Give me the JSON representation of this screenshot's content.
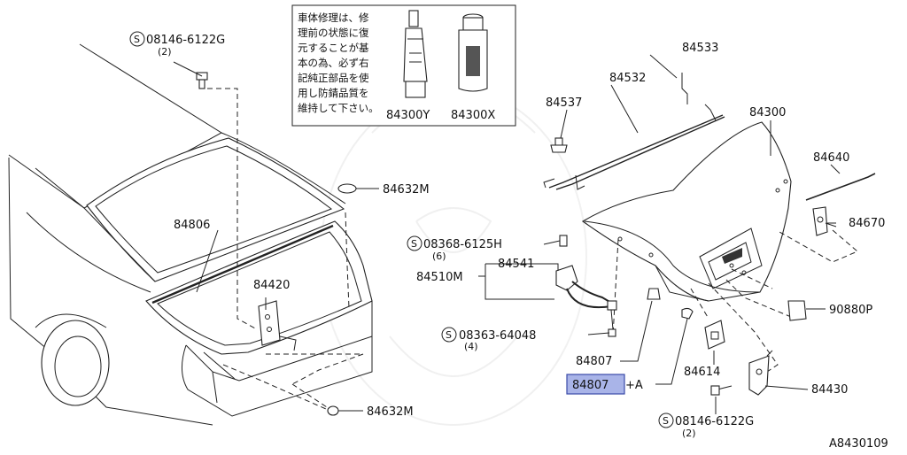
{
  "diagram_id": "A8430109",
  "note_text": [
    "車体修理は、修",
    "理前の状態に復",
    "元することが基",
    "本の為、必ず右",
    "記純正部品を使",
    "用し防錆品質を",
    "維持して下さい。"
  ],
  "parts": [
    {
      "id": "p-08146-top",
      "number": "08146-6122G",
      "qty": "(2)",
      "screw": "S"
    },
    {
      "id": "p-84300y",
      "number": "84300Y"
    },
    {
      "id": "p-84300x",
      "number": "84300X"
    },
    {
      "id": "p-84533",
      "number": "84533"
    },
    {
      "id": "p-84532",
      "number": "84532"
    },
    {
      "id": "p-84537",
      "number": "84537"
    },
    {
      "id": "p-84300",
      "number": "84300"
    },
    {
      "id": "p-84640",
      "number": "84640"
    },
    {
      "id": "p-84632m-top",
      "number": "84632M"
    },
    {
      "id": "p-84806",
      "number": "84806"
    },
    {
      "id": "p-08368",
      "number": "08368-6125H",
      "qty": "(6)",
      "screw": "S"
    },
    {
      "id": "p-84670",
      "number": "84670"
    },
    {
      "id": "p-84541",
      "number": "84541"
    },
    {
      "id": "p-84510m",
      "number": "84510M"
    },
    {
      "id": "p-84420",
      "number": "84420"
    },
    {
      "id": "p-90880p",
      "number": "90880P"
    },
    {
      "id": "p-08363",
      "number": "08363-64048",
      "qty": "(4)",
      "screw": "S"
    },
    {
      "id": "p-84807",
      "number": "84807"
    },
    {
      "id": "p-84614",
      "number": "84614"
    },
    {
      "id": "p-84807a",
      "number": "84807",
      "suffix": "+A",
      "highlight_color": "#a9b4e8"
    },
    {
      "id": "p-84430",
      "number": "84430"
    },
    {
      "id": "p-08146-bot",
      "number": "08146-6122G",
      "qty": "(2)",
      "screw": "S"
    },
    {
      "id": "p-84632m-bot",
      "number": "84632M"
    }
  ]
}
